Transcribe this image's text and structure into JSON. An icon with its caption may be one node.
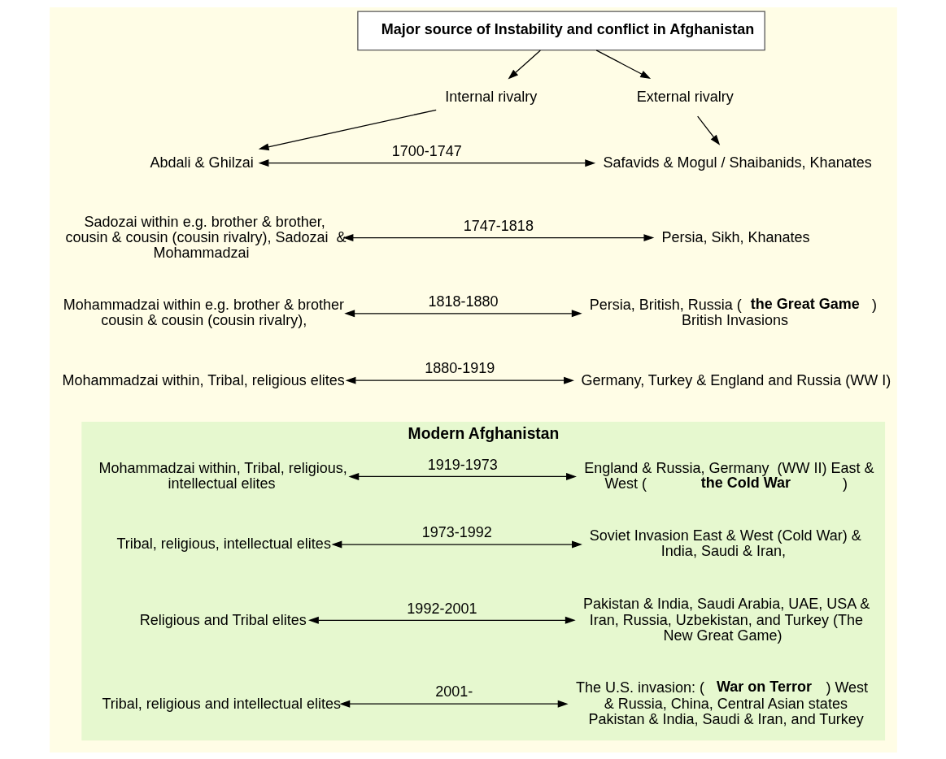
{
  "diagram": {
    "nodes": [
      {
        "text": [
          "Major source of Instability and conflict in Afghanistan"
        ]
      },
      {
        "text": [
          "Internal rivalry"
        ]
      },
      {
        "text": [
          "External rivalry"
        ]
      },
      {
        "text": [
          "Abdali & Ghilzai"
        ]
      },
      {
        "text": [
          "Safavids & Mogul / Shaibanids, Khanates"
        ]
      },
      {
        "text": [
          "Sadozai within e.g. brother & brother, cousin & cousin (cousin rivalry), Sadozai  & Mohammadzai"
        ]
      },
      {
        "text": [
          "Persia, Sikh, Khanates"
        ]
      },
      {
        "text": [
          "Mohammadzai within e.g. brother & brother cousin & cousin (cousin rivalry),"
        ]
      },
      {
        "text": [
          "Persia, British, Russia (**the Great Game**) British Invasions"
        ]
      },
      {
        "text": [
          "Mohammadzai within, Tribal, religious elites"
        ]
      },
      {
        "text": [
          "Germany, Turkey & England and Russia (WW I)"
        ]
      },
      {
        "text": [
          "Modern Afghanistan"
        ]
      },
      {
        "text": [
          "Mohammadzai within, Tribal, religious, intellectual elites"
        ],
        "in": 11
      },
      {
        "text": [
          "England & Russia, Germany  (WW II) East & West (**the Cold War**)"
        ],
        "in": 11
      },
      {
        "text": [
          "Tribal, religious, intellectual elites"
        ],
        "in": 11
      },
      {
        "text": [
          "Soviet Invasion East & West (Cold War) & India, Saudi & Iran,"
        ],
        "in": 11
      },
      {
        "text": [
          "Religious and Tribal elites"
        ],
        "in": 11
      },
      {
        "text": [
          "Pakistan & India, Saudi Arabia, UAE, USA & Iran, Russia, Uzbekistan, and Turkey (The New Great Game)"
        ],
        "in": 11
      },
      {
        "text": [
          "Tribal, religious and intellectual elites"
        ],
        "in": 11
      },
      {
        "text": [
          "The U.S. invasion: (**War on Terror**) West & Russia, China, Central Asian states Pakistan & India, Saudi & Iran, and Turkey"
        ],
        "in": 11
      }
    ],
    "edges": [
      {
        "from": 0,
        "to": 1,
        "arrow": "to"
      },
      {
        "from": 0,
        "to": 2,
        "arrow": "to"
      },
      {
        "from": 1,
        "to": 3,
        "arrow": "to"
      },
      {
        "from": 2,
        "to": 4,
        "arrow": "to"
      },
      {
        "from": 3,
        "to": 4,
        "arrow": "both",
        "label": "1700-1747"
      },
      {
        "from": 5,
        "to": 6,
        "arrow": "both",
        "label": "1747-1818"
      },
      {
        "from": 7,
        "to": 8,
        "arrow": "both",
        "label": "1818-1880"
      },
      {
        "from": 9,
        "to": 10,
        "arrow": "both",
        "label": "1880-1919"
      },
      {
        "from": 12,
        "to": 13,
        "arrow": "both",
        "label": "1919-1973"
      },
      {
        "from": 14,
        "to": 15,
        "arrow": "both",
        "label": "1973-1992"
      },
      {
        "from": 16,
        "to": 17,
        "arrow": "both",
        "label": "1992-2001"
      },
      {
        "from": 18,
        "to": 19,
        "arrow": "both",
        "label": "2001-"
      }
    ]
  }
}
